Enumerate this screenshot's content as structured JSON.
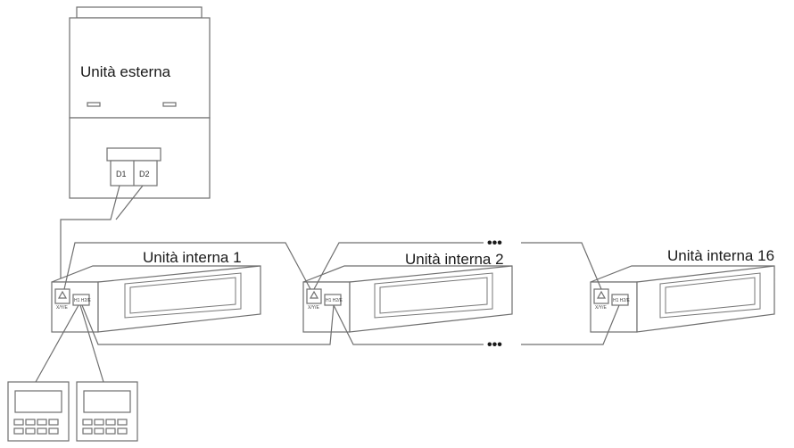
{
  "outdoor_unit": {
    "label": "Unità esterna",
    "terminals": [
      "D1",
      "D2"
    ]
  },
  "indoor_units": [
    {
      "label": "Unità interna 1",
      "port_a": "X/Y/E",
      "port_b": "H1 H2/E"
    },
    {
      "label": "Unità interna 2",
      "port_a": "X/Y/E",
      "port_b": "H1 H2/E"
    },
    {
      "label": "Unità interna 16",
      "port_a": "X/Y/E",
      "port_b": "H1 H2/E"
    }
  ],
  "continuation_marker": "•••",
  "wired_controllers_count": 2
}
